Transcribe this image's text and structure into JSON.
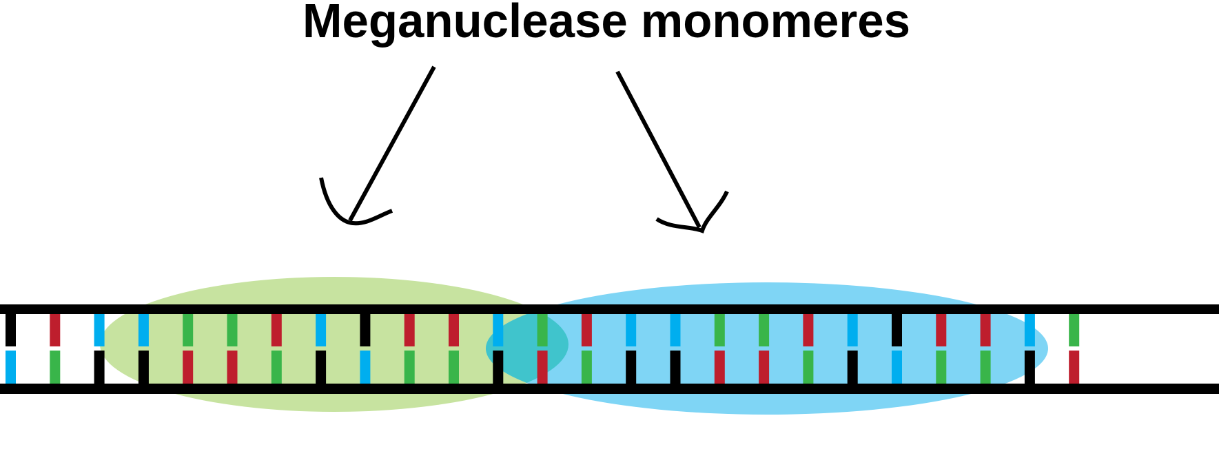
{
  "title": "Meganuclease monomeres",
  "colors": {
    "monomer_left": "#c7e3a0",
    "monomer_right": "#7fd5f5",
    "overlap": "#40c4cc",
    "strand": "#000000",
    "base_black": "#000000",
    "base_blue": "#00aeef",
    "base_red": "#be1e2d",
    "base_green": "#39b54a"
  },
  "base_pairs": [
    [
      "black",
      "blue"
    ],
    [
      "red",
      "green"
    ],
    [
      "blue",
      "black"
    ],
    [
      "blue",
      "black"
    ],
    [
      "green",
      "red"
    ],
    [
      "green",
      "red"
    ],
    [
      "red",
      "green"
    ],
    [
      "blue",
      "black"
    ],
    [
      "black",
      "blue"
    ],
    [
      "red",
      "green"
    ],
    [
      "red",
      "green"
    ],
    [
      "blue",
      "black"
    ],
    [
      "green",
      "red"
    ],
    [
      "red",
      "green"
    ],
    [
      "blue",
      "black"
    ],
    [
      "blue",
      "black"
    ],
    [
      "green",
      "red"
    ],
    [
      "green",
      "red"
    ],
    [
      "red",
      "green"
    ],
    [
      "blue",
      "black"
    ],
    [
      "black",
      "blue"
    ],
    [
      "red",
      "green"
    ],
    [
      "red",
      "green"
    ],
    [
      "blue",
      "black"
    ],
    [
      "green",
      "red"
    ]
  ]
}
